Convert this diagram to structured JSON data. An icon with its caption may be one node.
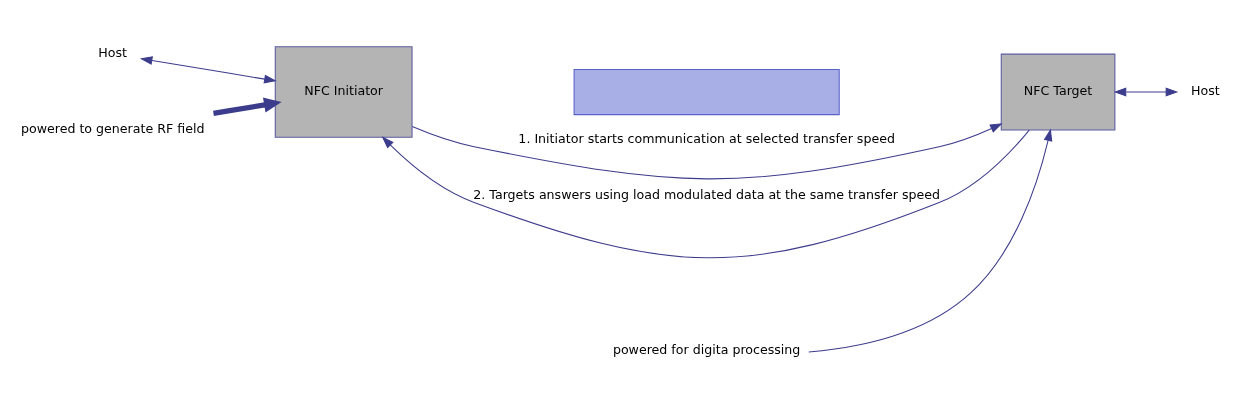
{
  "diagram": {
    "nodes": [
      {
        "text": [
          "Host"
        ]
      },
      {
        "text": [
          "NFC Initiator"
        ]
      },
      {
        "text": [],
        "shape": "box"
      },
      {
        "text": [
          "NFC Target"
        ]
      },
      {
        "text": [
          "Host"
        ]
      },
      {
        "text": [
          "powered to generate RF field"
        ]
      },
      {
        "text": [
          "powered for digita processing"
        ]
      }
    ],
    "edges": [
      {
        "from": 0,
        "to": 1,
        "arrow": "both"
      },
      {
        "from": 5,
        "to": 1,
        "arrow": "to",
        "style": "thick"
      },
      {
        "from": 1,
        "to": 3,
        "arrow": "to",
        "label": "1. Initiator starts communication at selected transfer speed"
      },
      {
        "from": 3,
        "to": 1,
        "arrow": "to",
        "label": "2. Targets answers using load modulated data at the same transfer speed"
      },
      {
        "from": 3,
        "to": 4,
        "arrow": "both"
      },
      {
        "from": 6,
        "to": 3,
        "arrow": "to"
      }
    ]
  }
}
